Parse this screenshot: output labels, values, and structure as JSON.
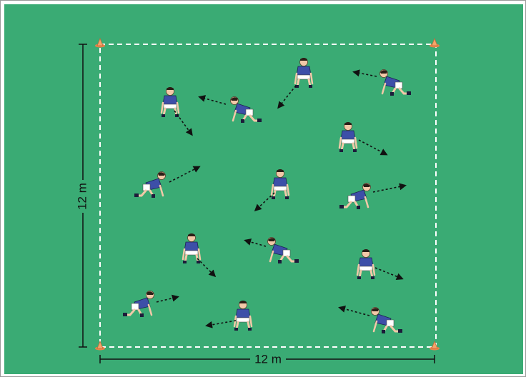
{
  "diagram": {
    "field_color": "#3aab74",
    "frame_color": "#9a9a9a",
    "boundary_color": "#ffffff",
    "cone_color": "#f4a56a",
    "arrow_color": "#111111",
    "player_shirt_color": "#3d4fa8",
    "player_shorts_color": "#ffffff",
    "dimension_line_color": "#111111"
  },
  "dimensions": {
    "width_label": "12 m",
    "height_label": "12 m"
  },
  "players": [
    {
      "id": 1
    },
    {
      "id": 2
    },
    {
      "id": 3
    },
    {
      "id": 4
    },
    {
      "id": 5
    },
    {
      "id": 6
    },
    {
      "id": 7
    },
    {
      "id": 8
    },
    {
      "id": 9
    },
    {
      "id": 10
    },
    {
      "id": 11
    },
    {
      "id": 12
    },
    {
      "id": 13
    },
    {
      "id": 14
    },
    {
      "id": 15
    },
    {
      "id": 16
    }
  ]
}
